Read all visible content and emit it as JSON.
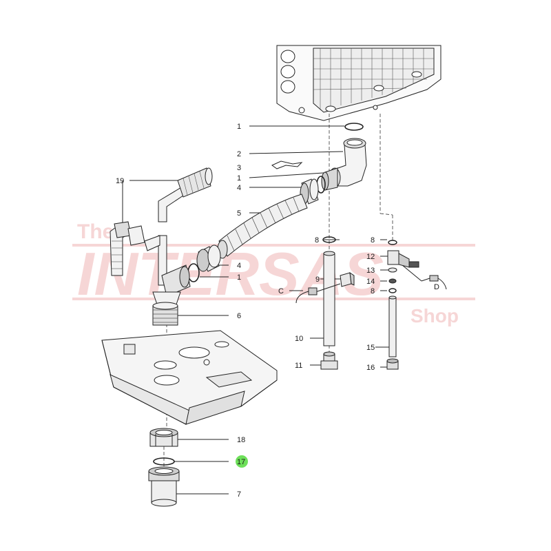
{
  "watermark": {
    "small": "The",
    "main": "INTERSAS",
    "shop": "Shop"
  },
  "callouts": {
    "c1a": "1",
    "c2": "2",
    "c3": "3",
    "c1b": "1",
    "c4a": "4",
    "c5": "5",
    "c19": "19",
    "c4b": "4",
    "c1c": "1",
    "c6": "6",
    "c8a": "8",
    "c9": "9",
    "cC": "C",
    "c10": "10",
    "c11": "11",
    "c8b": "8",
    "c12": "12",
    "c13": "13",
    "c14": "14",
    "c8c": "8",
    "cD": "D",
    "c15": "15",
    "c16": "16",
    "c18": "18",
    "c17": "17",
    "c7": "7"
  },
  "colors": {
    "highlight": "#6ee05a",
    "line": "#222222",
    "watermark": "#f6d6d6"
  }
}
